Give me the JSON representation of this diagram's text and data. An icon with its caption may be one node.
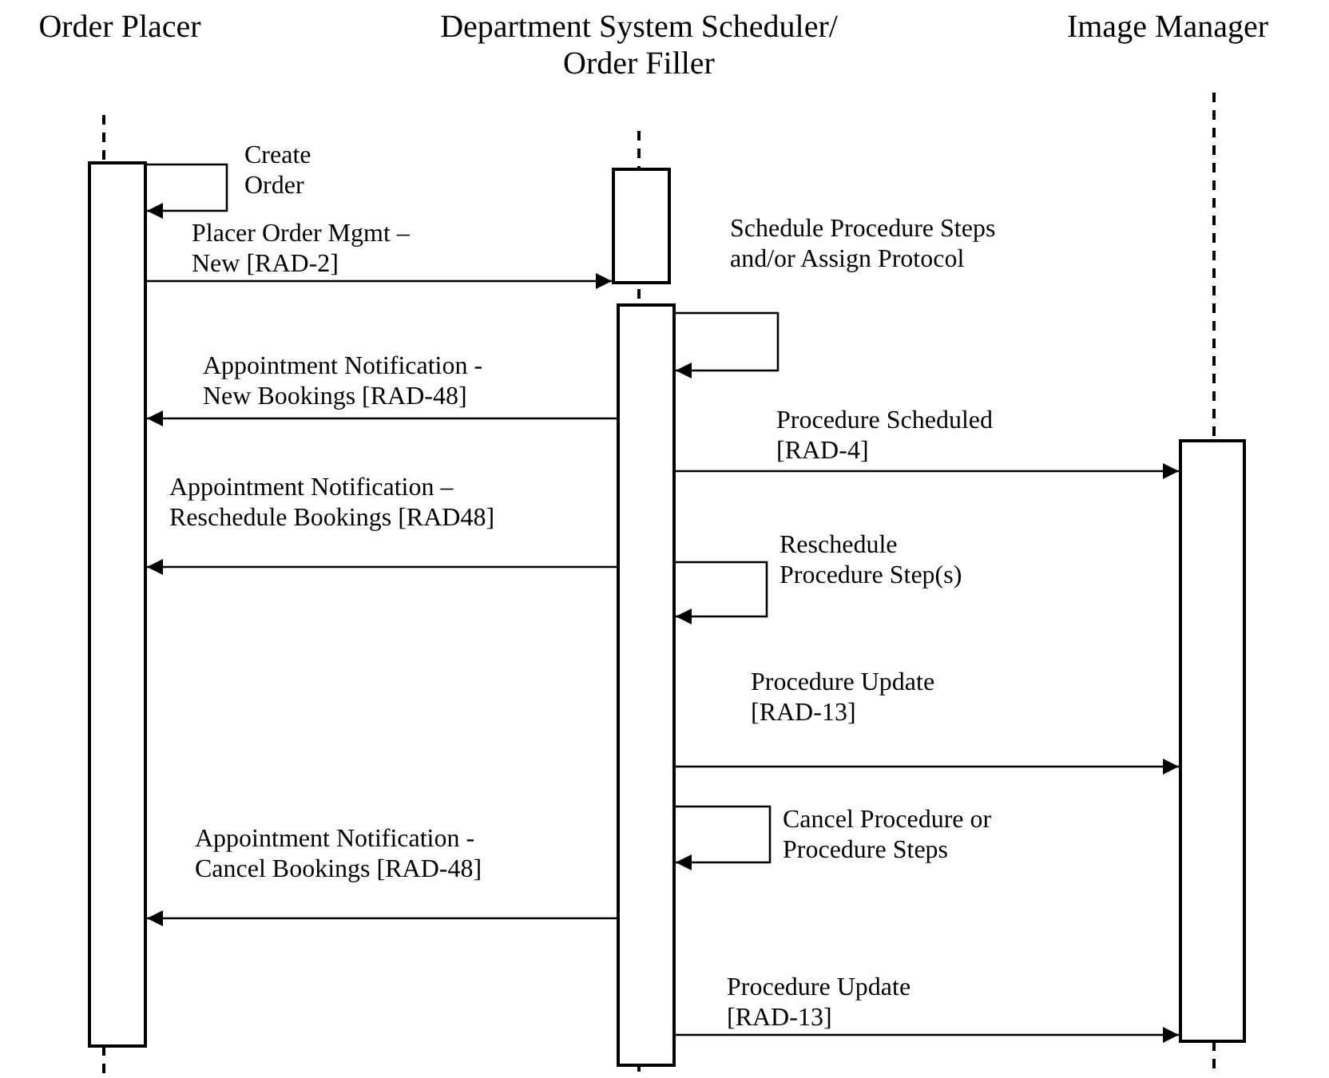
{
  "diagram": {
    "nodes": [
      {
        "text": [],
        "shape": "bar"
      },
      {
        "text": [],
        "shape": "bar"
      },
      {
        "text": [],
        "shape": "bar"
      },
      {
        "text": [],
        "shape": "bar"
      }
    ],
    "edges": [
      {
        "from": 0,
        "to": 0,
        "arrow": "to",
        "label": "Create Order"
      },
      {
        "from": 0,
        "to": 1,
        "arrow": "to",
        "label": "Placer Order Mgmt – New [RAD-2]"
      },
      {
        "from": 2,
        "to": 2,
        "arrow": "to",
        "label": "Schedule Procedure Steps and/or Assign Protocol"
      },
      {
        "from": 2,
        "to": 0,
        "arrow": "to",
        "label": "Appointment Notification - New Bookings [RAD-48]"
      },
      {
        "from": 2,
        "to": 3,
        "arrow": "to",
        "label": "Procedure Scheduled [RAD-4]"
      },
      {
        "from": 2,
        "to": 2,
        "arrow": "to",
        "label": "Reschedule Procedure Step(s)"
      },
      {
        "from": 2,
        "to": 0,
        "arrow": "to",
        "label": "Appointment Notification – Reschedule Bookings [RAD48]"
      },
      {
        "from": 2,
        "to": 3,
        "arrow": "to",
        "label": "Procedure Update [RAD-13]"
      },
      {
        "from": 2,
        "to": 2,
        "arrow": "to",
        "label": "Cancel Procedure or Procedure Steps"
      },
      {
        "from": 2,
        "to": 0,
        "arrow": "to",
        "label": "Appointment Notification - Cancel Bookings [RAD-48]"
      },
      {
        "from": 2,
        "to": 3,
        "arrow": "to",
        "label": "Procedure Update [RAD-13]"
      }
    ],
    "labels": [
      "Order Placer",
      "Department System Scheduler/ Order Filler",
      "Image Manager"
    ]
  }
}
